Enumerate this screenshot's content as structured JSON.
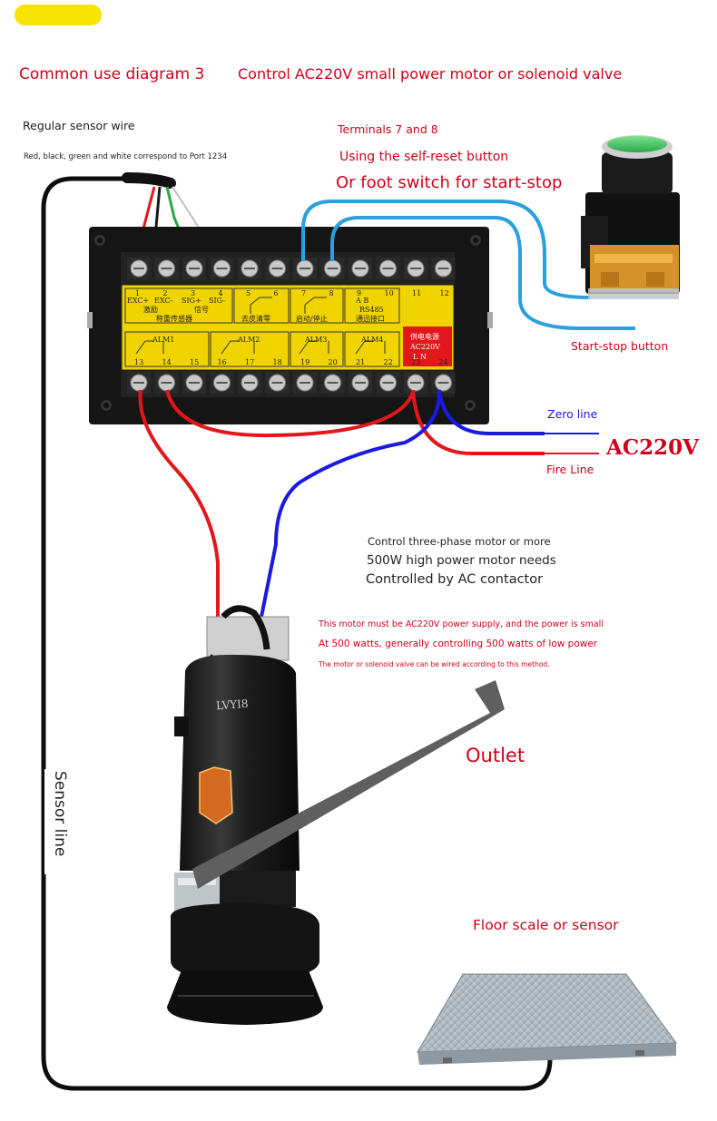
{
  "heading": {
    "left": "Common use diagram 3",
    "right": "Control AC220V small power motor or solenoid valve"
  },
  "sensor_wire": {
    "title": "Regular sensor wire",
    "note": "Red, black, green and white correspond to Port 1234"
  },
  "terminals": {
    "line1": "Terminals 7 and 8",
    "line2": "Using the self-reset button",
    "line3": "Or foot switch for start-stop"
  },
  "start_stop_label": "Start-stop button",
  "power": {
    "zero_line": "Zero line",
    "fire_line": "Fire Line",
    "ac": "AC220V"
  },
  "contactor": {
    "line1": "Control three-phase motor or more",
    "line2": "500W high power motor needs",
    "line3": "Controlled by AC contactor"
  },
  "motor_note": {
    "line1": "This motor must be AC220V power supply, and the power is small",
    "line2": "At 500 watts, generally controlling 500 watts of low power",
    "line3": "The motor or solenoid valve can be wired according to this method."
  },
  "outlet_label": "Outlet",
  "sensor_line_label": "Sensor line",
  "floor_scale_label": "Floor scale or sensor",
  "controller": {
    "top_numbers": [
      "1",
      "2",
      "3",
      "4",
      "5",
      "6",
      "7",
      "8",
      "9",
      "10",
      "11",
      "12"
    ],
    "bottom_numbers": [
      "13",
      "14",
      "15",
      "16",
      "17",
      "18",
      "19",
      "20",
      "21",
      "22",
      "23",
      "24"
    ],
    "pins": [
      "EXC+",
      "EXC-",
      "SIG+",
      "SIG-"
    ],
    "group_sensor_cn": "激励",
    "group_signal_cn": "信号",
    "group_weigh_cn": "称重传感器",
    "group_tare_cn": "去皮清零",
    "group_start_cn": "启动/停止",
    "rs485": "RS485",
    "rs485_ab": "A    B",
    "rs485_cn": "通迅接口",
    "power_cn": "供电电源",
    "power_ac": "AC220V",
    "power_ln": "L      N",
    "alarms": [
      "ALM1",
      "ALM2",
      "ALM3",
      "ALM4"
    ]
  },
  "pump_brand": "LVYI8",
  "colors": {
    "accent_red": "#d0021b",
    "wire_blue": "#1a1ae0",
    "wire_red": "#e3171b",
    "loop_blue": "#2aa0dd",
    "highlight_yellow": "#f6e300"
  }
}
